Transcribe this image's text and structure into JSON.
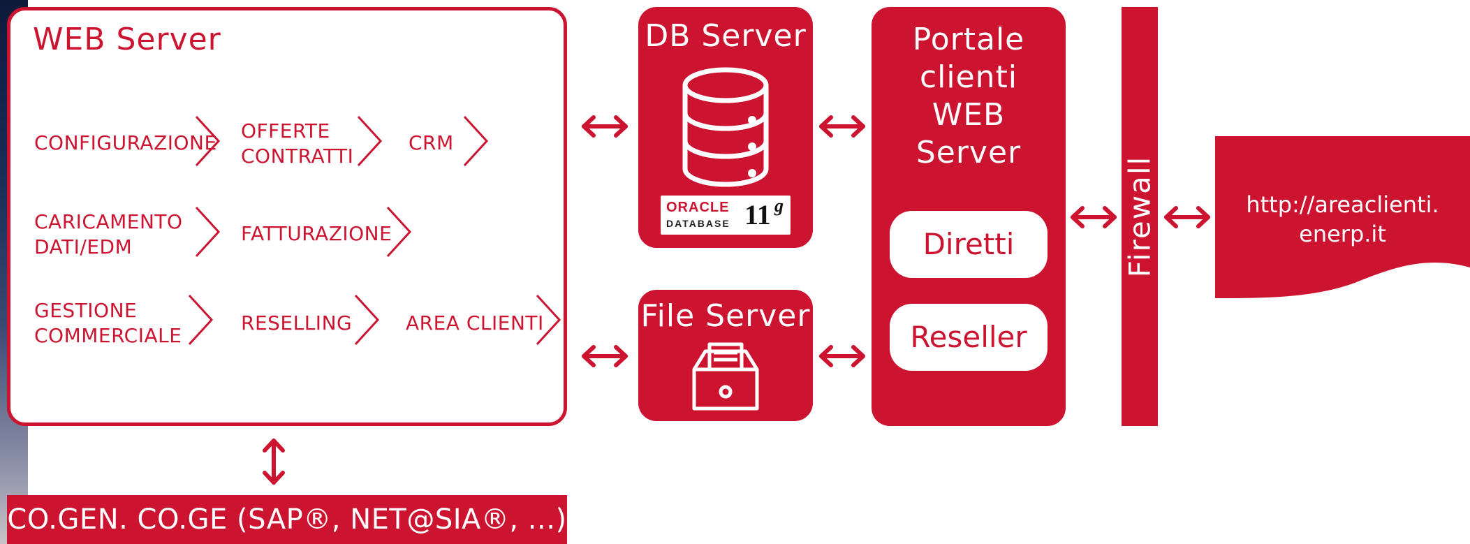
{
  "web_server": {
    "title": "WEB Server",
    "modules": [
      "CONFIGURAZIONE",
      "OFFERTE\nCONTRATTI",
      "CRM",
      "CARICAMENTO\nDATI/EDM",
      "FATTURAZIONE",
      "GESTIONE\nCOMMERCIALE",
      "RESELLING",
      "AREA CLIENTI"
    ]
  },
  "db_server": {
    "title": "DB Server",
    "logo": {
      "brand": "ORACLE",
      "product": "DATABASE",
      "version": "11",
      "suffix": "g"
    }
  },
  "file_server": {
    "title": "File Server"
  },
  "portale": {
    "title": "Portale\nclienti\nWEB\nServer",
    "buttons": [
      "Diretti",
      "Reseller"
    ]
  },
  "firewall": {
    "label": "Firewall"
  },
  "client_url": "http://areaclienti.\nenerp.it",
  "external_systems": "CO.GEN. CO.GE (SAP®, NET@SIA®, ...)",
  "colors": {
    "accent": "#cc1430",
    "background": "#ffffff"
  },
  "icons": [
    "database-icon",
    "file-cabinet-icon",
    "double-arrow-icon",
    "oracle-logo",
    "chevron-right-icon"
  ]
}
